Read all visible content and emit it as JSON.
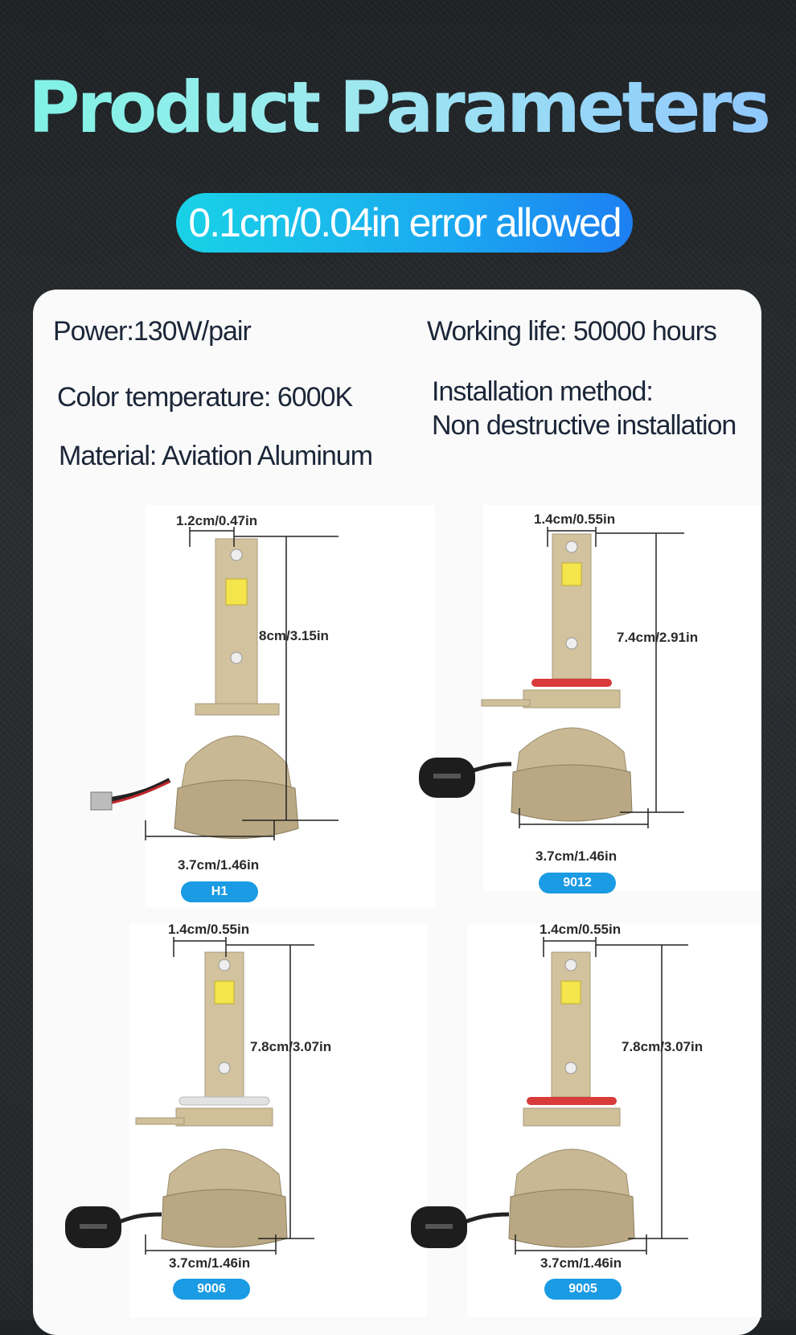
{
  "header": {
    "title": "Product Parameters",
    "tolerance": "0.1cm/0.04in error allowed"
  },
  "specs": {
    "power": "Power:130W/pair",
    "working_life": "Working life: 50000 hours",
    "color_temperature": "Color temperature: 6000K",
    "installation_line1": "Installation method:",
    "installation_line2": "Non destructive installation",
    "material": "Material: Aviation Aluminum"
  },
  "products": [
    {
      "model": "H1",
      "top_width": "1.2cm/0.47in",
      "height": "8cm/3.15in",
      "base_width": "3.7cm/1.46in"
    },
    {
      "model": "9012",
      "top_width": "1.4cm/0.55in",
      "height": "7.4cm/2.91in",
      "base_width": "3.7cm/1.46in"
    },
    {
      "model": "9006",
      "top_width": "1.4cm/0.55in",
      "height": "7.8cm/3.07in",
      "base_width": "3.7cm/1.46in"
    },
    {
      "model": "9005",
      "top_width": "1.4cm/0.55in",
      "height": "7.8cm/3.07in",
      "base_width": "3.7cm/1.46in"
    }
  ],
  "colors": {
    "title_gradient_start": "#7ff3e4",
    "title_gradient_end": "#8fc6ff",
    "pill": "#1aa8f0",
    "tag": "#1a9be3",
    "spec_text": "#1b2638",
    "bulb_body": "#c9b894",
    "seal_ring": "#d93a3a"
  },
  "icons": [
    "led-bulb-icon",
    "connector-plug-icon",
    "led-chip-icon",
    "dimension-line-icon"
  ]
}
